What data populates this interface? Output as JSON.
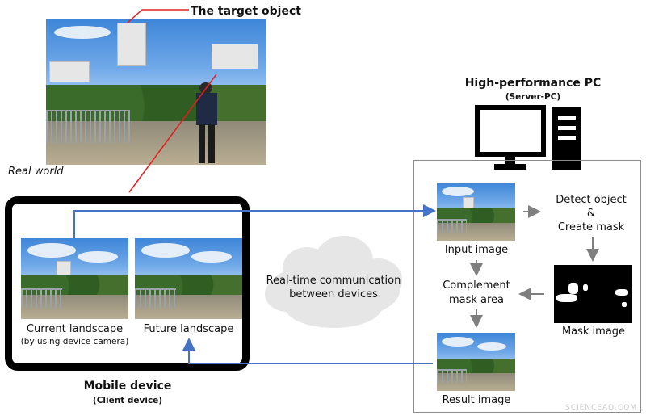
{
  "labels": {
    "target_object": "The target object",
    "real_world": "Real world",
    "server_title": "High-performance PC",
    "server_subtitle": "(Server-PC)",
    "input_image": "Input image",
    "detect_line1": "Detect object",
    "detect_line2": "&",
    "detect_line3": "Create mask",
    "complement_line1": "Complement",
    "complement_line2": "mask area",
    "mask_image": "Mask image",
    "result_image": "Result image",
    "cloud_line1": "Real-time communication",
    "cloud_line2": "between devices",
    "current_landscape": "Current landscape",
    "current_note": "(by using device camera)",
    "future_landscape": "Future landscape",
    "mobile_title": "Mobile device",
    "mobile_subtitle": "(Client device)",
    "watermark": "SCIENCEAQ.COM"
  },
  "colors": {
    "flow_arrow": "#4472c4",
    "internal_arrow": "#7f7f7f",
    "pointer_line": "#e02020",
    "cloud": "#e6e6e6",
    "device_frame": "#000000"
  },
  "icons": {
    "server": "desktop-pc-icon"
  }
}
